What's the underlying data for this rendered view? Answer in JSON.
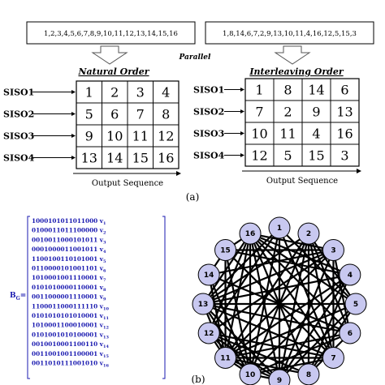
{
  "sequences": {
    "natural": "1,2,3,4,5,6,7,8,9,10,11,12,13,14,15,16",
    "interleaved": "1,8,14,6,7,2,9,13,10,11,4,16,12,5,15,3"
  },
  "parallel_label": "Parallel",
  "panels": [
    {
      "title": "Natural Order",
      "rows": [
        {
          "label": "SISO1",
          "cells": [
            "1",
            "2",
            "3",
            "4"
          ]
        },
        {
          "label": "SISO2",
          "cells": [
            "5",
            "6",
            "7",
            "8"
          ]
        },
        {
          "label": "SISO3",
          "cells": [
            "9",
            "10",
            "11",
            "12"
          ]
        },
        {
          "label": "SISO4",
          "cells": [
            "13",
            "14",
            "15",
            "16"
          ]
        }
      ],
      "footer": "Output Sequence"
    },
    {
      "title": "Interleaving Order",
      "rows": [
        {
          "label": "SISO1",
          "cells": [
            "1",
            "8",
            "14",
            "6"
          ]
        },
        {
          "label": "SISO2",
          "cells": [
            "7",
            "2",
            "9",
            "13"
          ]
        },
        {
          "label": "SISO3",
          "cells": [
            "10",
            "11",
            "4",
            "16"
          ]
        },
        {
          "label": "SISO4",
          "cells": [
            "12",
            "5",
            "15",
            "3"
          ]
        }
      ],
      "footer": "Output Sequence"
    }
  ],
  "caption_a": "(a)",
  "caption_b": "(b)",
  "matrix": {
    "label": "B",
    "label_sub": "G",
    "label_eq": "=",
    "rows": [
      {
        "bits": "1000101011011000",
        "v": "v",
        "sub": "1"
      },
      {
        "bits": "0100011011100000",
        "v": "v",
        "sub": "2"
      },
      {
        "bits": "0010011000101011",
        "v": "v",
        "sub": "3"
      },
      {
        "bits": "0001000011001011",
        "v": "v",
        "sub": "4"
      },
      {
        "bits": "1100100110101001",
        "v": "v",
        "sub": "5"
      },
      {
        "bits": "0110000101001101",
        "v": "v",
        "sub": "6"
      },
      {
        "bits": "1010001001110001",
        "v": "v",
        "sub": "7"
      },
      {
        "bits": "0101010000110001",
        "v": "v",
        "sub": "8"
      },
      {
        "bits": "0011000001110001",
        "v": "v",
        "sub": "9"
      },
      {
        "bits": "1100011000111110",
        "v": "v",
        "sub": "10"
      },
      {
        "bits": "0101010101010001",
        "v": "v",
        "sub": "11"
      },
      {
        "bits": "1010001100010001",
        "v": "v",
        "sub": "12"
      },
      {
        "bits": "0101001010100001",
        "v": "v",
        "sub": "13"
      },
      {
        "bits": "0010010001100110",
        "v": "v",
        "sub": "14"
      },
      {
        "bits": "0011001001100001",
        "v": "v",
        "sub": "15"
      },
      {
        "bits": "0011010111001010",
        "v": "v",
        "sub": "16"
      }
    ]
  },
  "graph": {
    "nodes": [
      "1",
      "2",
      "3",
      "4",
      "5",
      "6",
      "7",
      "8",
      "9",
      "10",
      "11",
      "12",
      "13",
      "14",
      "15",
      "16"
    ],
    "node_color": "#c8c8f0"
  }
}
